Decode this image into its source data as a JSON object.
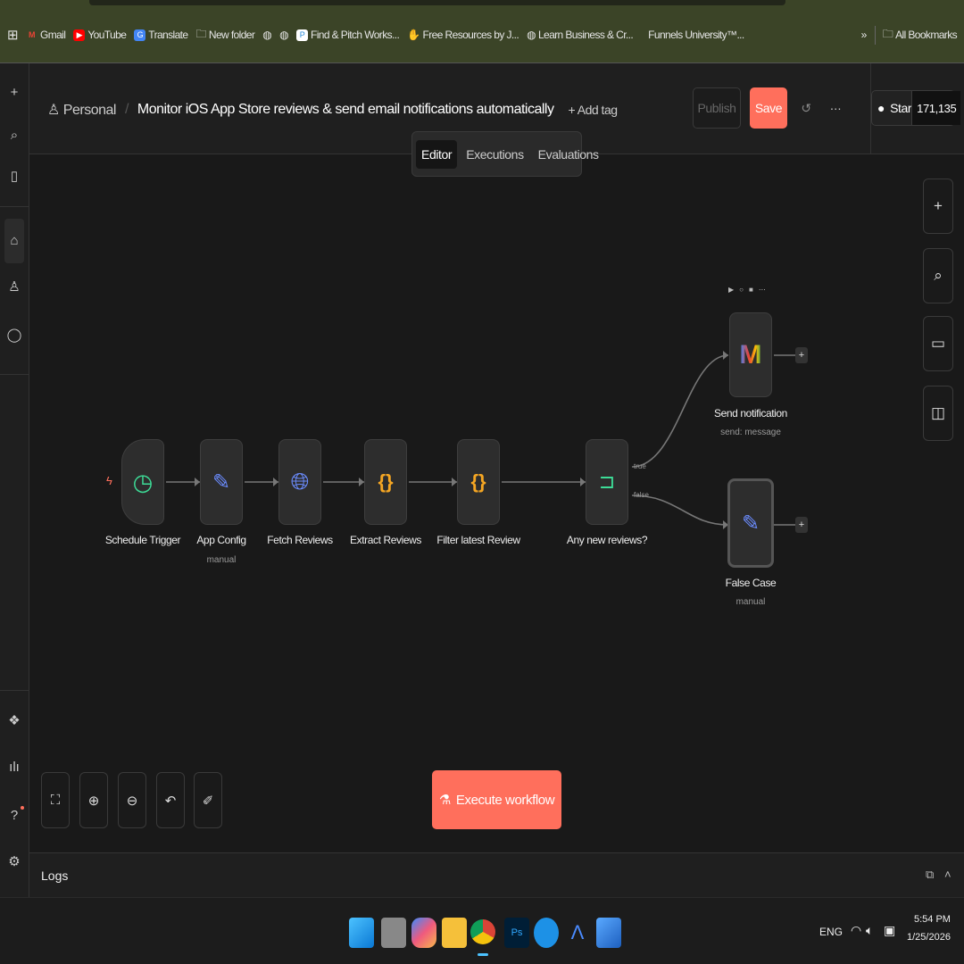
{
  "bookmarks": {
    "items": [
      {
        "label": "Gmail",
        "icon": "gmail-icon",
        "color": "#ea4335"
      },
      {
        "label": "YouTube",
        "icon": "youtube-icon",
        "color": "#ff0000"
      },
      {
        "label": "Translate",
        "icon": "translate-icon",
        "color": "#4285f4"
      },
      {
        "label": "New folder",
        "icon": "folder-icon",
        "color": ""
      },
      {
        "label": "",
        "icon": "globe-icon",
        "color": ""
      },
      {
        "label": "",
        "icon": "globe-icon",
        "color": ""
      },
      {
        "label": "Find & Pitch Works...",
        "icon": "pc-icon",
        "color": "#2a8bd6"
      },
      {
        "label": "Free Resources by J...",
        "icon": "hand-icon",
        "color": "#7fd0f0"
      },
      {
        "label": "Learn Business & Cr...",
        "icon": "globe-icon",
        "color": ""
      },
      {
        "label": "Funnels University™...",
        "icon": "",
        "color": ""
      }
    ],
    "more": "»",
    "all": "All Bookmarks"
  },
  "header": {
    "project": "Personal",
    "title": "Monitor iOS App Store reviews & send email notifications automatically",
    "add_tag": "+ Add tag",
    "publish": "Publish",
    "save": "Save",
    "more": "···",
    "star": "Star",
    "star_count": "171,135",
    "accent": "#ff6f5c"
  },
  "tabs": [
    {
      "label": "Editor",
      "active": true
    },
    {
      "label": "Executions"
    },
    {
      "label": "Evaluations"
    }
  ],
  "nodes": [
    {
      "name": "Schedule Trigger",
      "sub": "",
      "icon": "clock-icon"
    },
    {
      "name": "App Config",
      "sub": "manual",
      "icon": "pencil-icon"
    },
    {
      "name": "Fetch Reviews",
      "sub": "",
      "icon": "globe-icon"
    },
    {
      "name": "Extract Reviews",
      "sub": "",
      "icon": "code-braces-icon"
    },
    {
      "name": "Filter latest Review",
      "sub": "",
      "icon": "code-braces-icon"
    },
    {
      "name": "Any new reviews?",
      "sub": "",
      "icon": "signpost-icon"
    },
    {
      "name": "Send notification",
      "sub": "send: message",
      "icon": "gmail-icon"
    },
    {
      "name": "False Case",
      "sub": "manual",
      "icon": "pencil-icon"
    }
  ],
  "branches": {
    "true": "true",
    "false": "false"
  },
  "execute": "Execute workflow",
  "logs": "Logs",
  "taskbar": {
    "lang": "ENG",
    "time": "5:54 PM",
    "date": "1/25/2026"
  }
}
